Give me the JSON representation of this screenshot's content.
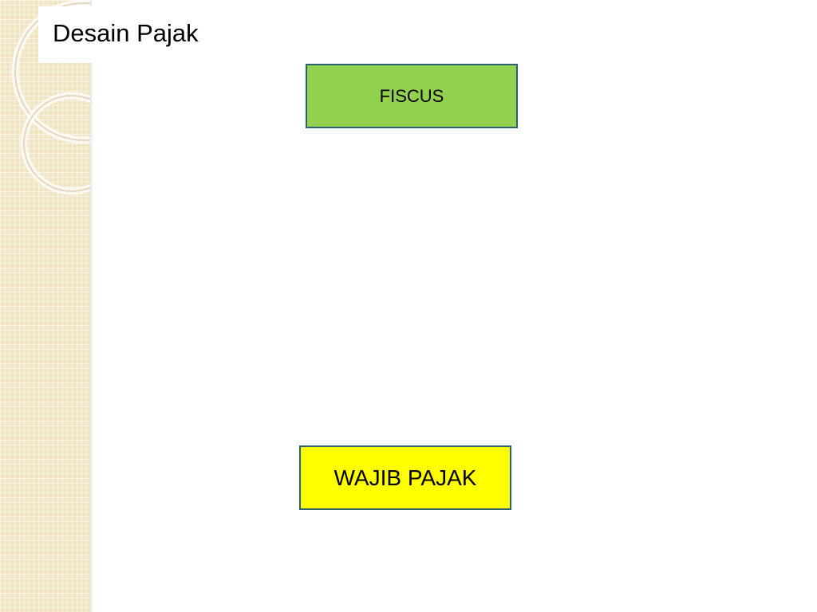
{
  "slide": {
    "title": "Desain Pajak"
  },
  "diagram": {
    "nodes": [
      {
        "id": "fiscus",
        "label": "FISCUS",
        "color": "#92d050"
      },
      {
        "id": "wajib-pajak",
        "label": "WAJIB PAJAK",
        "color": "#ffff00"
      }
    ]
  },
  "theme": {
    "sidebar_color": "#f1e4c0",
    "node_border_color": "#2f5f73"
  }
}
